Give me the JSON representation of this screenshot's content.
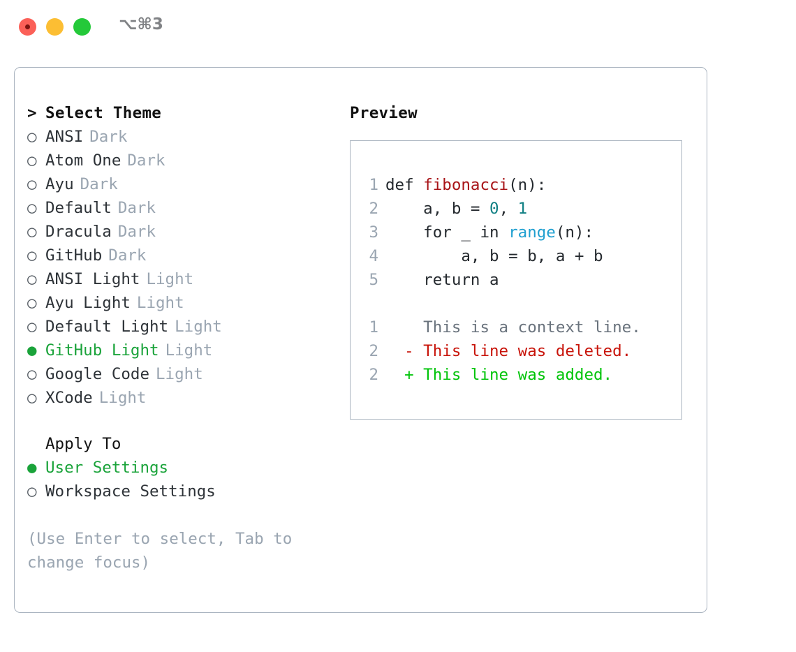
{
  "window": {
    "shortcut_label": "⌥⌘3",
    "traffic_lights": [
      {
        "name": "close-button",
        "color": "#fb6058"
      },
      {
        "name": "minimize-button",
        "color": "#fcbe33"
      },
      {
        "name": "maximize-button",
        "color": "#24c939"
      }
    ]
  },
  "theme_picker": {
    "header": "Select Theme",
    "header_marker": ">",
    "marker_unselected": "○",
    "marker_selected": "●",
    "items": [
      {
        "name": "ANSI",
        "tag": "Dark",
        "selected": false
      },
      {
        "name": "Atom One",
        "tag": "Dark",
        "selected": false
      },
      {
        "name": "Ayu",
        "tag": "Dark",
        "selected": false
      },
      {
        "name": "Default",
        "tag": "Dark",
        "selected": false
      },
      {
        "name": "Dracula",
        "tag": "Dark",
        "selected": false
      },
      {
        "name": "GitHub",
        "tag": "Dark",
        "selected": false
      },
      {
        "name": "ANSI Light",
        "tag": "Light",
        "selected": false
      },
      {
        "name": "Ayu Light",
        "tag": "Light",
        "selected": false
      },
      {
        "name": "Default Light",
        "tag": "Light",
        "selected": false
      },
      {
        "name": "GitHub Light",
        "tag": "Light",
        "selected": true
      },
      {
        "name": "Google Code",
        "tag": "Light",
        "selected": false
      },
      {
        "name": "XCode",
        "tag": "Light",
        "selected": false
      }
    ]
  },
  "apply_to": {
    "label": "Apply To",
    "options": [
      {
        "name": "User Settings",
        "selected": true
      },
      {
        "name": "Workspace Settings",
        "selected": false
      }
    ]
  },
  "hint": "(Use Enter to select, Tab to change focus)",
  "preview": {
    "title": "Preview",
    "code_lines": [
      {
        "num": "1",
        "tokens": [
          {
            "text": "def ",
            "kind": "plain"
          },
          {
            "text": "fibonacci",
            "kind": "func"
          },
          {
            "text": "(n):",
            "kind": "plain"
          }
        ]
      },
      {
        "num": "2",
        "tokens": [
          {
            "text": "    a, b = ",
            "kind": "plain"
          },
          {
            "text": "0",
            "kind": "num"
          },
          {
            "text": ", ",
            "kind": "plain"
          },
          {
            "text": "1",
            "kind": "num"
          }
        ]
      },
      {
        "num": "3",
        "tokens": [
          {
            "text": "    for _ in ",
            "kind": "plain"
          },
          {
            "text": "range",
            "kind": "builtin"
          },
          {
            "text": "(n):",
            "kind": "plain"
          }
        ]
      },
      {
        "num": "4",
        "tokens": [
          {
            "text": "        a, b = b, a + b",
            "kind": "plain"
          }
        ]
      },
      {
        "num": "5",
        "tokens": [
          {
            "text": "    return a",
            "kind": "plain"
          }
        ]
      }
    ],
    "diff_lines": [
      {
        "num": "1",
        "sign": " ",
        "text": " This is a context line.",
        "kind": "ctx"
      },
      {
        "num": "2",
        "sign": "-",
        "text": " This line was deleted.",
        "kind": "del"
      },
      {
        "num": "2",
        "sign": "+",
        "text": " This line was added.",
        "kind": "add"
      }
    ]
  },
  "colors": {
    "accent_green": "#1aa33a",
    "diff_add": "#00c409",
    "diff_del": "#c8140a",
    "func": "#a81418",
    "number": "#0f7f83",
    "builtin": "#1f9fd0",
    "muted": "#9aa5b1",
    "border": "#aab4c0"
  }
}
